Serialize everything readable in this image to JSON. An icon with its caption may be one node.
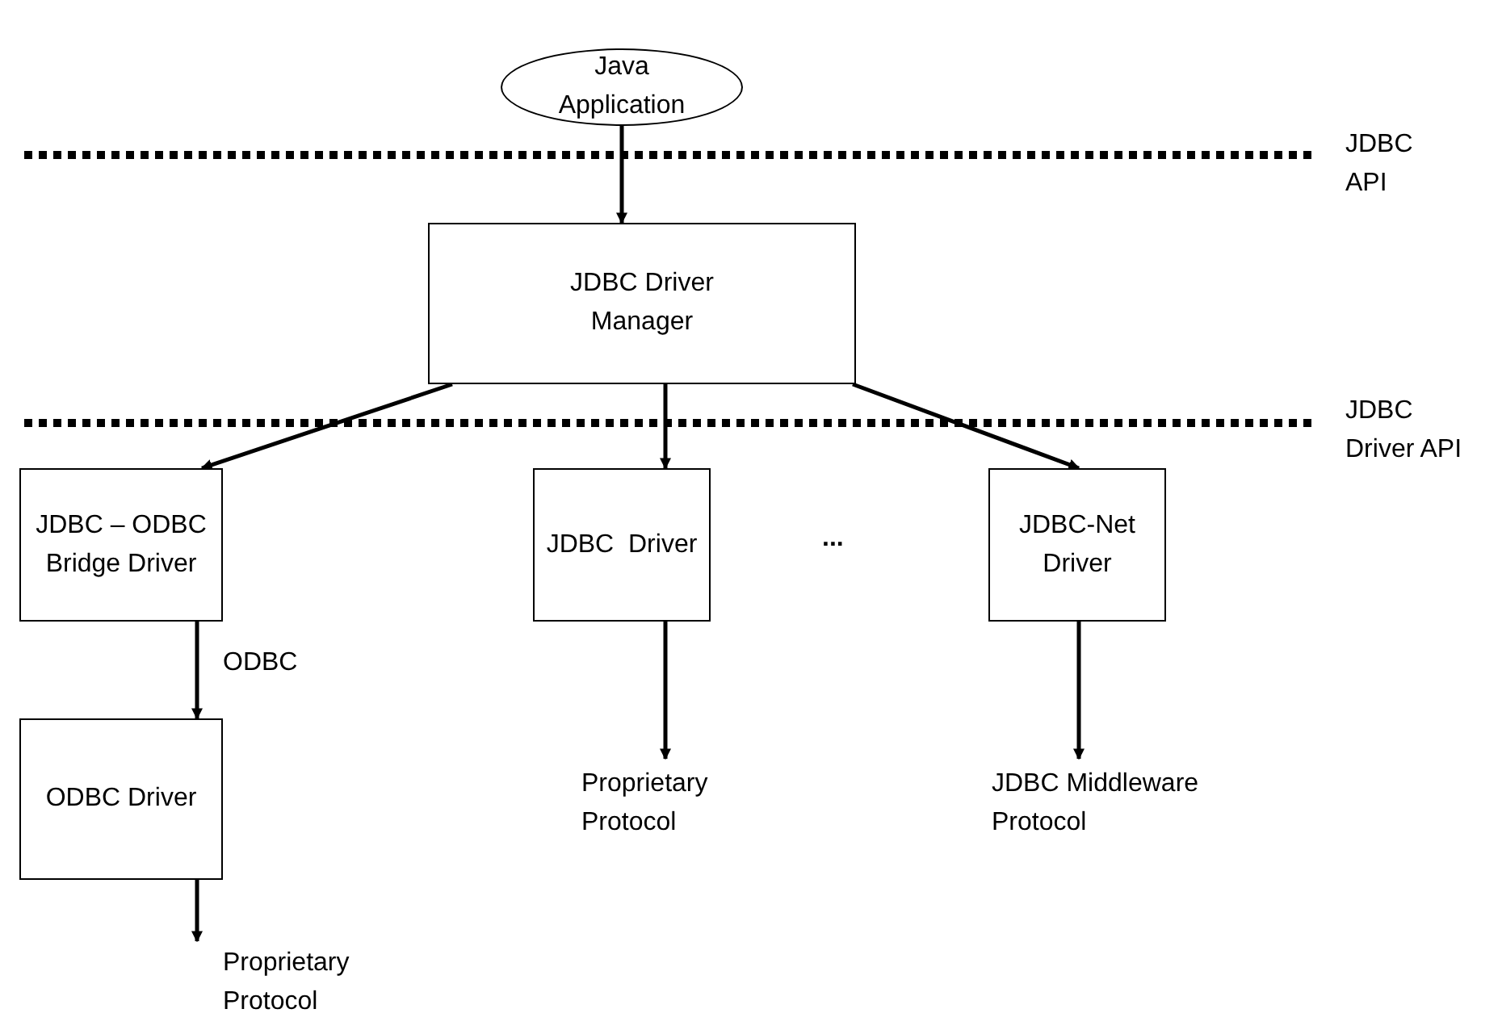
{
  "diagram": {
    "nodes": [
      {
        "text": [
          "Java Application"
        ]
      },
      {
        "text": [
          "JDBC Driver Manager"
        ]
      },
      {
        "text": [
          "JDBC – ODBC Bridge Driver"
        ]
      },
      {
        "text": [
          "JDBC  Driver"
        ]
      },
      {
        "text": [
          "JDBC-Net Driver"
        ]
      },
      {
        "text": [
          "ODBC Driver"
        ]
      },
      {
        "text": [
          "Proprietary Protocol"
        ]
      },
      {
        "text": [
          "JDBC Middleware Protocol"
        ]
      },
      {
        "text": [
          "Proprietary Protocol"
        ]
      }
    ],
    "edges": [
      {
        "from": 0,
        "to": 1,
        "arrow": "to"
      },
      {
        "from": 1,
        "to": 2,
        "arrow": "to"
      },
      {
        "from": 1,
        "to": 3,
        "arrow": "to"
      },
      {
        "from": 1,
        "to": 4,
        "arrow": "to"
      },
      {
        "from": 2,
        "to": 5,
        "arrow": "to",
        "label": "ODBC"
      },
      {
        "from": 3,
        "to": 6,
        "arrow": "to"
      },
      {
        "from": 4,
        "to": 7,
        "arrow": "to"
      },
      {
        "from": 5,
        "to": 8,
        "arrow": "to"
      }
    ],
    "labels": [
      "JDBC API",
      "JDBC Driver API",
      "..."
    ]
  }
}
